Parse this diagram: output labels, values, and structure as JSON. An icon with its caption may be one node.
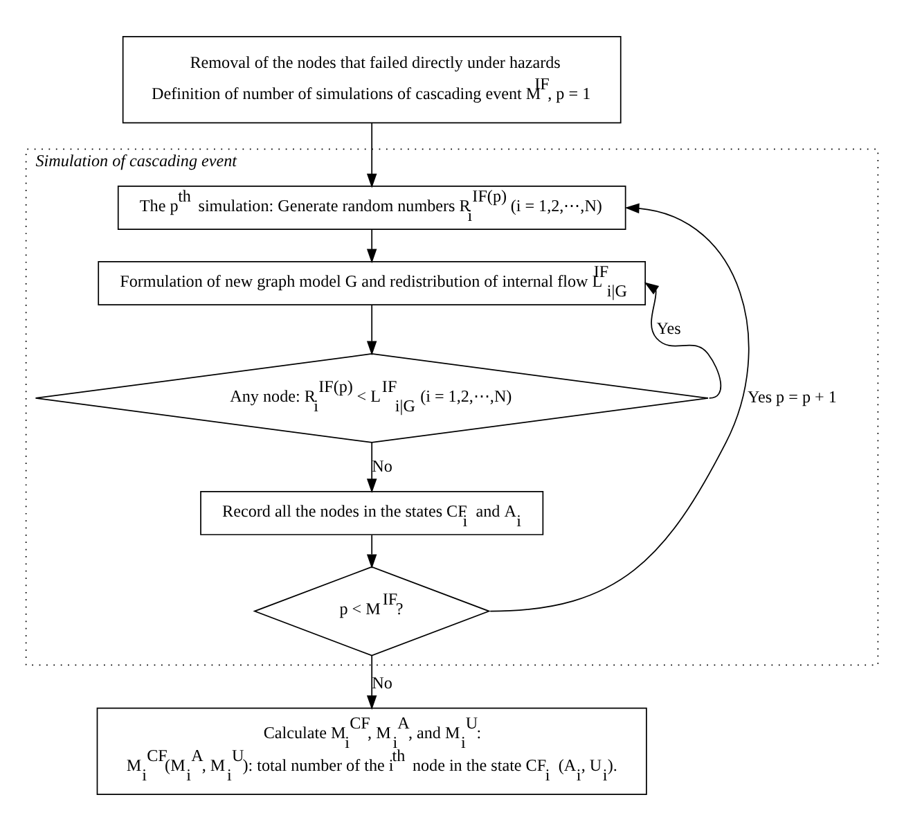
{
  "diagram": {
    "nodes": [
      {
        "text": [
          "Removal of the nodes that failed directly under hazards",
          "Definition of number of simulations of cascading event M$^{IF}$, p = 1"
        ]
      },
      {
        "text": [
          "Simulation of cascading event"
        ]
      },
      {
        "text": [
          "The p$^{th}$ simulation: Generate random numbers R$_{i}$$^{IF(p)}$ (i = 1,2,⋯,N)"
        ],
        "in": 1
      },
      {
        "text": [
          "Formulation of new graph model G and redistribution of internal flow L$^{IF}$$_{i|G}$"
        ],
        "in": 1
      },
      {
        "text": [
          "Any node: R$_{i}$$^{IF(p)}$ < L$^{IF}$$_{i|G}$ (i = 1,2,⋯,N)"
        ],
        "in": 1
      },
      {
        "text": [
          "Record all the nodes in the states CF$_{i}$ and A$_{i}$"
        ],
        "in": 1
      },
      {
        "text": [
          "p < M$^{IF}$?"
        ],
        "in": 1
      },
      {
        "text": [
          "Calculate M$_{i}$$^{CF}$, M$_{i}$$^{A}$, and M$_{i}$$^{U}$:",
          "M$_{i}$$^{CF}$(M$_{i}$$^{A}$, M$_{i}$$^{U}$): total number of the i$^{th}$ node in the state CF$_{i}$ (A$_{i}$, U$_{i}$)."
        ]
      }
    ],
    "edges": [
      {
        "from": 0,
        "to": 2,
        "arrow": "to"
      },
      {
        "from": 2,
        "to": 3,
        "arrow": "to"
      },
      {
        "from": 3,
        "to": 4,
        "arrow": "to"
      },
      {
        "from": 4,
        "to": 3,
        "arrow": "to",
        "label": "Yes"
      },
      {
        "from": 4,
        "to": 5,
        "arrow": "to",
        "label": "No"
      },
      {
        "from": 5,
        "to": 6,
        "arrow": "to"
      },
      {
        "from": 6,
        "to": 2,
        "arrow": "to",
        "label": "Yes p = p + 1"
      },
      {
        "from": 6,
        "to": 7,
        "arrow": "to",
        "label": "No"
      }
    ]
  }
}
